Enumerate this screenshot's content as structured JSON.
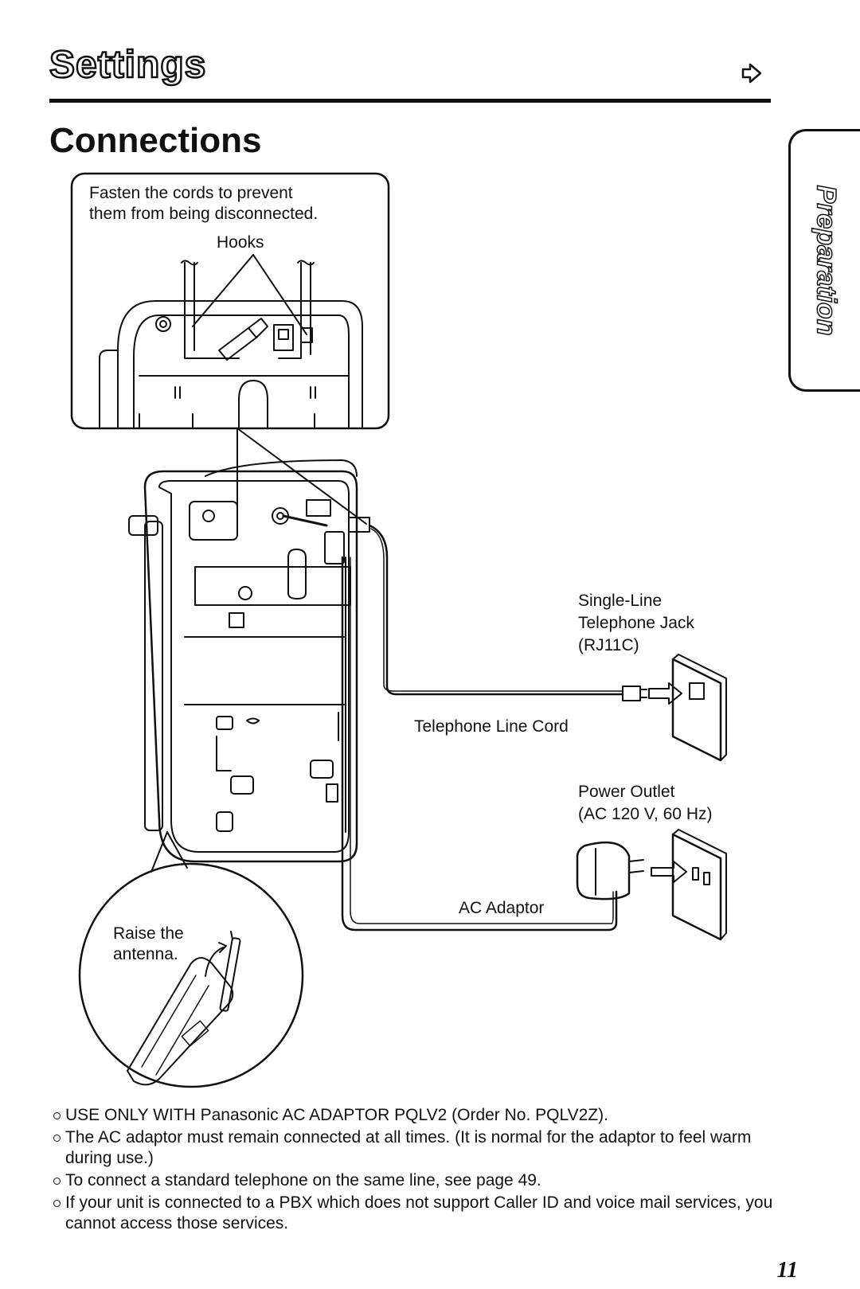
{
  "header": {
    "section_title": "Settings",
    "continue_icon": "arrow-right-icon"
  },
  "page_heading": "Connections",
  "side_tab": {
    "label": "Preparation"
  },
  "diagram": {
    "hooks_callout": {
      "line1": "Fasten the cords to prevent",
      "line2": "them from being disconnected.",
      "hooks_label": "Hooks"
    },
    "phone_jack": {
      "line1": "Single-Line",
      "line2": "Telephone Jack",
      "line3": "(RJ11C)"
    },
    "line_cord_label": "Telephone Line Cord",
    "power_outlet": {
      "line1": "Power Outlet",
      "line2": "(AC 120 V, 60 Hz)"
    },
    "ac_adaptor_label": "AC Adaptor",
    "antenna_callout": {
      "line1": "Raise the",
      "line2": "antenna."
    }
  },
  "notes": [
    "USE ONLY WITH Panasonic AC ADAPTOR PQLV2 (Order No. PQLV2Z).",
    "The AC adaptor must remain connected at all times. (It is normal for the adaptor to feel warm during use.)",
    "To connect a standard telephone on the same line, see page 49.",
    "If your unit is connected to a PBX which does not support Caller ID and voice mail services, you cannot access those services."
  ],
  "page_number": "11"
}
